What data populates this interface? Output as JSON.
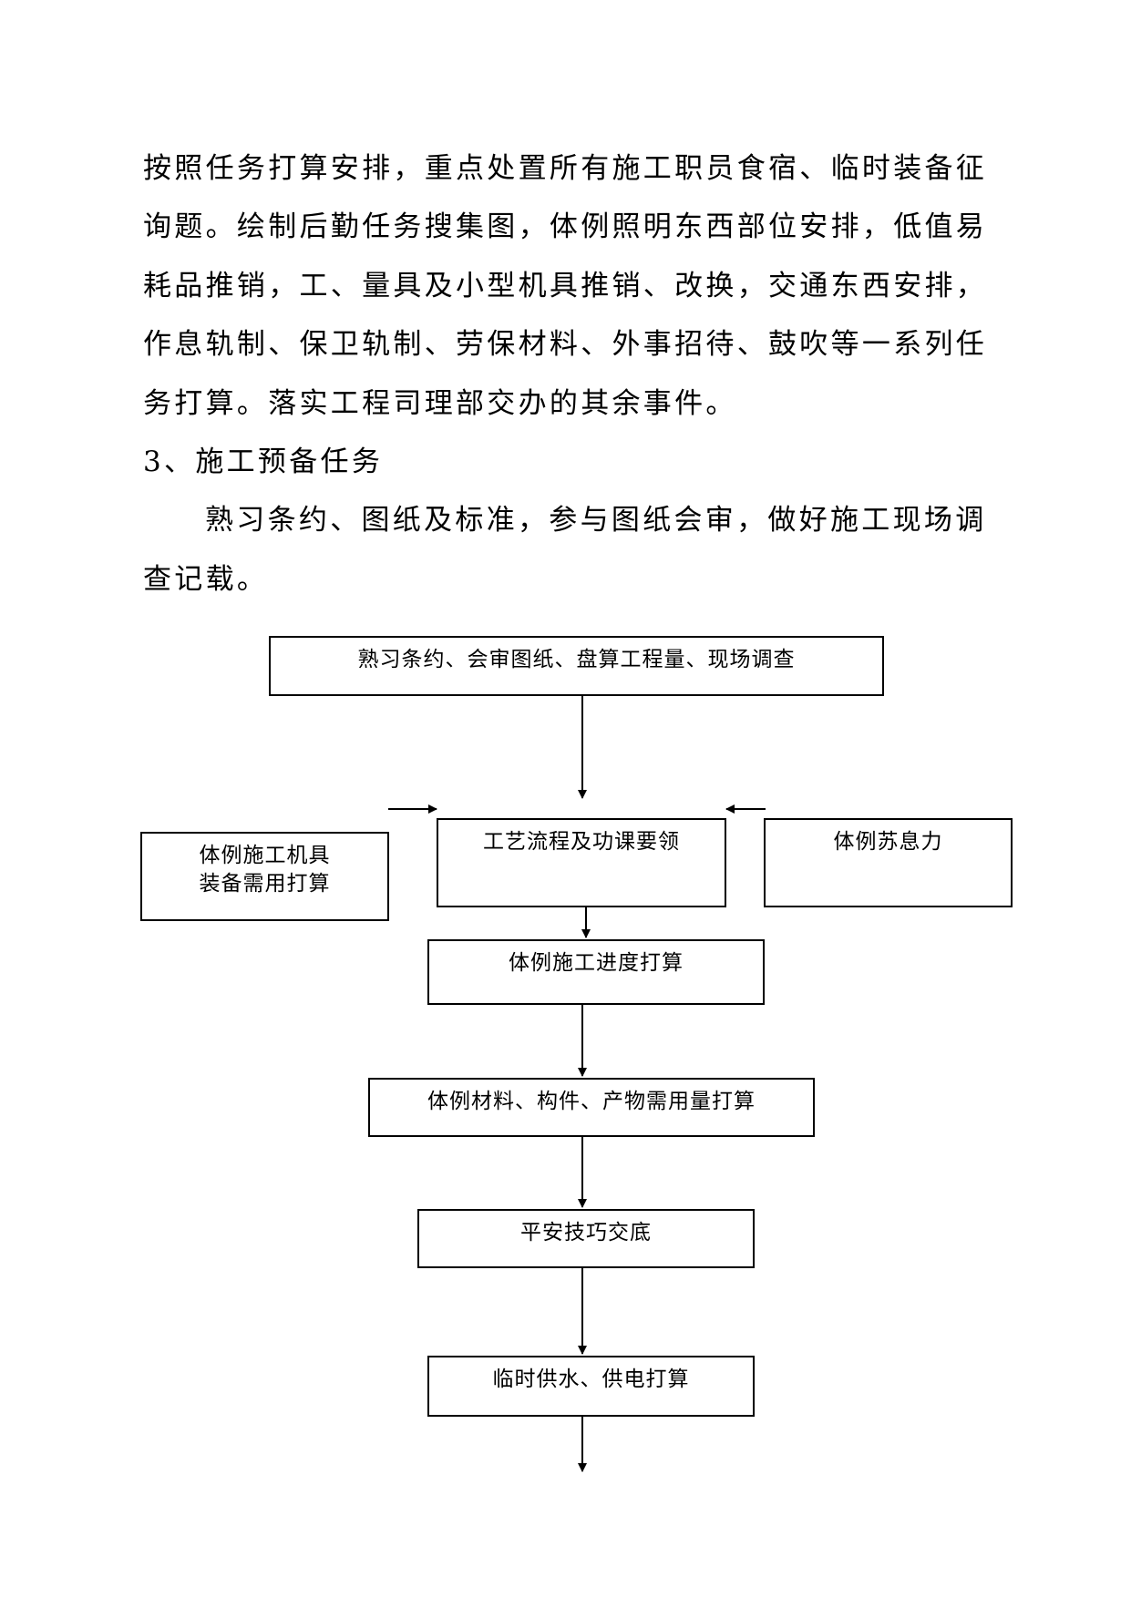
{
  "paragraph_lines": [
    "按照任务打算安排，重点处置所有施工职员食宿、临时装备征",
    "询题。绘制后勤任务搜集图，体例照明东西部位安排，低值易",
    "耗品推销，工、量具及小型机具推销、改换，交通东西安排，",
    "作息轨制、保卫轨制、劳保材料、外事招待、鼓吹等一系列任",
    "务打算。落实工程司理部交办的其余事件。"
  ],
  "section_heading": "3、施工预备任务",
  "intro_lines": [
    "熟习条约、图纸及标准，参与图纸会审，做好施工现场调",
    "查记载。"
  ],
  "flowchart": {
    "step_review": "熟习条约、会审图纸、盘算工程量、现场调查",
    "step_equipment_line1": "体例施工机具",
    "step_equipment_line2": "装备需用打算",
    "step_process": "工艺流程及功课要领",
    "step_labor": "体例苏息力",
    "step_schedule": "体例施工进度打算",
    "step_materials": "体例材料、构件、产物需用量打算",
    "step_safety": "平安技巧交底",
    "step_utilities": "临时供水、供电打算"
  }
}
